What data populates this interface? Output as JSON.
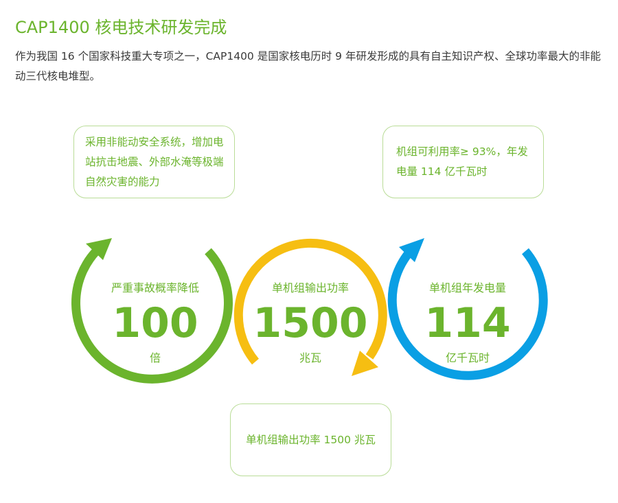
{
  "header": {
    "title": "CAP1400 核电技术研发完成",
    "intro": "作为我国 16 个国家科技重大专项之一，CAP1400 是国家核电历时 9 年研发形成的具有自主知识产权、全球功率最大的非能动三代核电堆型。"
  },
  "callouts": {
    "top_left": "采用非能动安全系统，增加电站抗击地震、外部水淹等极端自然灾害的能力",
    "top_right": "机组可利用率≥ 93%，年发电量 114 亿千瓦时",
    "bottom": "单机组输出功率 1500 兆瓦"
  },
  "circles": {
    "left": {
      "label": "严重事故概率降低",
      "value": "100",
      "unit": "倍",
      "color": "#6bb42d"
    },
    "middle": {
      "label": "单机组输出功率",
      "value": "1500",
      "unit": "兆瓦",
      "color": "#f6be12"
    },
    "right": {
      "label": "单机组年发电量",
      "value": "114",
      "unit": "亿千瓦时",
      "color": "#0a9fe4"
    }
  },
  "colors": {
    "accent_green": "#6bb42d",
    "text": "#3a3a3a",
    "border": "#b9dc97"
  }
}
